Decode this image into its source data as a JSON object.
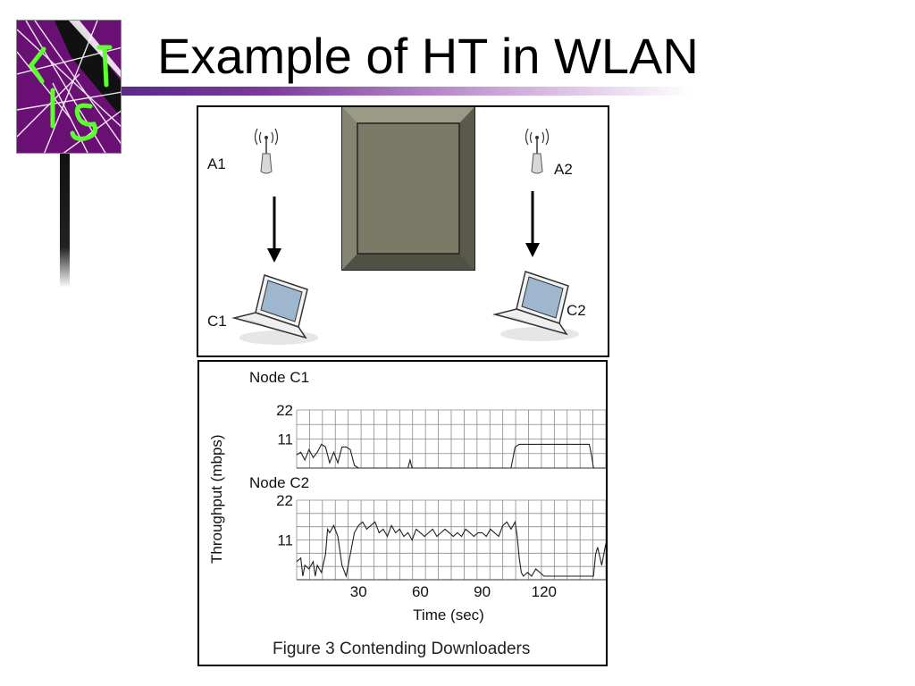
{
  "slide": {
    "title": "Example of HT in WLAN",
    "accent_color": "#6a0f73",
    "logo_icon": "lit-lab-logo"
  },
  "diagram": {
    "ap1_label": "A1",
    "ap2_label": "A2",
    "client1_label": "C1",
    "client2_label": "C2",
    "obstacle_icon": "wall-block",
    "ap_icon": "antenna-icon",
    "client_icon": "laptop-icon",
    "arrow_icon": "arrow-down-icon"
  },
  "figure": {
    "caption": "Figure 3 Contending Downloaders",
    "ylabel": "Throughput (mbps)",
    "xlabel": "Time (sec)"
  },
  "chart_data": [
    {
      "type": "line",
      "title": "Node C1",
      "xlabel": "Time (sec)",
      "ylabel": "Throughput (mbps)",
      "yticks": [
        "22",
        "11"
      ],
      "ylim": [
        0,
        22
      ],
      "xlim": [
        0,
        150
      ],
      "grid": true,
      "series": [
        {
          "x": [
            0,
            2,
            4,
            6,
            8,
            10,
            12,
            14,
            16,
            18,
            20,
            22,
            24,
            26,
            28,
            30,
            32,
            34,
            36,
            40,
            50,
            54,
            55,
            56,
            60,
            70,
            80,
            90,
            100,
            104,
            105,
            106,
            108,
            110,
            114,
            116,
            120,
            125,
            130,
            135,
            140,
            142,
            143,
            144,
            150
          ],
          "values": [
            5,
            6,
            3,
            7,
            4,
            6,
            9,
            8,
            2,
            6,
            2,
            8,
            8,
            7,
            1,
            0,
            0,
            0,
            0,
            0,
            0,
            0,
            3,
            0,
            0,
            0,
            0,
            0,
            0,
            0,
            4,
            8,
            9,
            9,
            9,
            9,
            9,
            9,
            9,
            9,
            9,
            9,
            5,
            0,
            0
          ]
        }
      ]
    },
    {
      "type": "line",
      "title": "Node C2",
      "xlabel": "Time (sec)",
      "ylabel": "Throughput (mbps)",
      "yticks": [
        "22",
        "11"
      ],
      "xticks": [
        "30",
        "60",
        "90",
        "120"
      ],
      "ylim": [
        0,
        22
      ],
      "xlim": [
        0,
        150
      ],
      "grid": true,
      "series": [
        {
          "x": [
            0,
            2,
            3,
            4,
            6,
            8,
            9,
            10,
            12,
            14,
            15,
            16,
            18,
            20,
            22,
            24,
            26,
            28,
            30,
            32,
            34,
            36,
            38,
            40,
            42,
            44,
            46,
            48,
            50,
            52,
            54,
            56,
            58,
            60,
            62,
            64,
            66,
            68,
            70,
            72,
            74,
            76,
            78,
            80,
            82,
            84,
            86,
            88,
            90,
            92,
            94,
            96,
            98,
            100,
            102,
            104,
            106,
            107,
            108,
            109,
            110,
            112,
            114,
            116,
            120,
            125,
            130,
            135,
            140,
            142,
            144,
            145,
            146,
            148,
            150
          ],
          "values": [
            5,
            6,
            1,
            4,
            3,
            5,
            1,
            4,
            2,
            7,
            14,
            13,
            15,
            12,
            4,
            1,
            7,
            13,
            15,
            16,
            14,
            15,
            16,
            13,
            14,
            12,
            15,
            13,
            14,
            12,
            13,
            11,
            14,
            13,
            12,
            13,
            14,
            12,
            13,
            14,
            13,
            12,
            13,
            12,
            14,
            13,
            12,
            13,
            13,
            12,
            14,
            13,
            12,
            15,
            16,
            14,
            16,
            12,
            6,
            2,
            1,
            2,
            1,
            3,
            1,
            1,
            1,
            1,
            1,
            1,
            1,
            7,
            9,
            4,
            10
          ]
        }
      ]
    }
  ]
}
